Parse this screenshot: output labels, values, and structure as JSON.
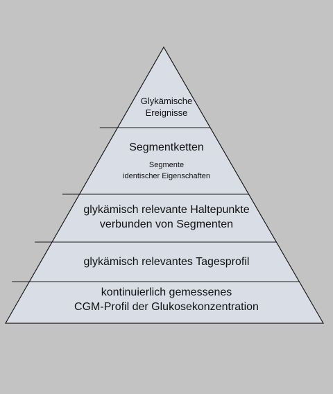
{
  "colors": {
    "background": "#c3c3c3",
    "pyramid_fill": "#d9dde6",
    "stroke": "#1a1a1a"
  },
  "pyramid": {
    "levels": [
      {
        "id": "level-1",
        "lines": [
          "Glykämische",
          "Ereignisse"
        ]
      },
      {
        "id": "level-2",
        "title": "Segmentketten",
        "sub_lines": [
          "Segmente",
          "identischer Eigenschaften"
        ]
      },
      {
        "id": "level-3",
        "lines": [
          "glykämisch relevante Haltepunkte",
          "verbunden von Segmenten"
        ]
      },
      {
        "id": "level-4",
        "lines": [
          "glykämisch relevantes Tagesprofil"
        ]
      },
      {
        "id": "level-5",
        "lines": [
          "kontinuierlich gemessenes",
          "CGM-Profil der Glukosekonzentration"
        ]
      }
    ]
  }
}
